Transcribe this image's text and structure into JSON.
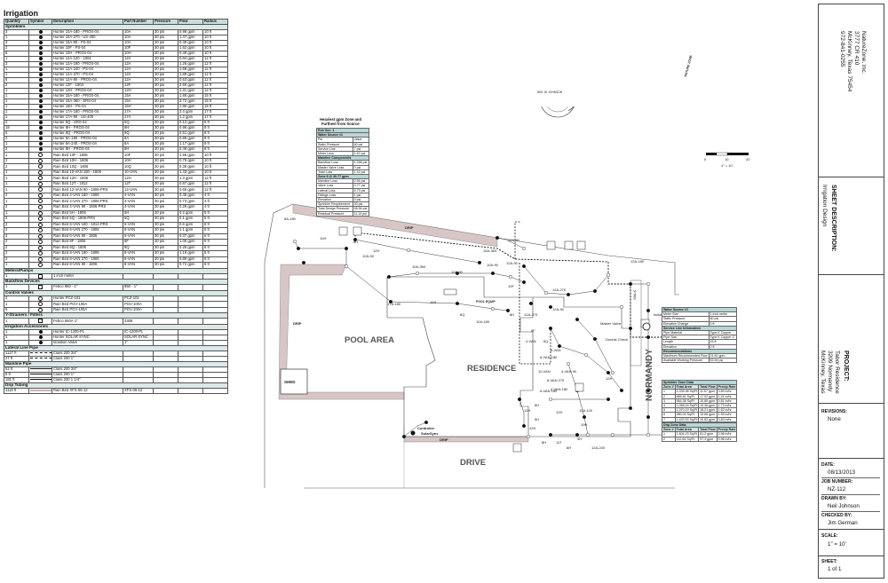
{
  "legend": {
    "title": "Irrigation",
    "headers": [
      "Quantity",
      "Symbol",
      "Description",
      "Part Number",
      "Pressure",
      "Flow",
      "Radius"
    ],
    "sprinklers_label": "Sprinklers",
    "sprinklers": [
      [
        "3",
        "f",
        "Hunter 10A-180 - PROS-04",
        "10A",
        "30 psi",
        "0.98 gpm",
        "10 ft"
      ],
      [
        "1",
        "f",
        "Hunter 10A-270 - US-400",
        "10A",
        "30 psi",
        "1.47 gpm",
        "10 ft"
      ],
      [
        "3",
        "f",
        "Hunter 10A-90 - PS-04",
        "10A",
        "30 psi",
        "0.49 gpm",
        "10 ft"
      ],
      [
        "2",
        "f",
        "Hunter 10F - PS-04",
        "10F",
        "30 psi",
        "1.62 gpm",
        "10 ft"
      ],
      [
        "6",
        "f",
        "Hunter 10H - PROS-04",
        "10H",
        "30 psi",
        "0.49 gpm",
        "10 ft"
      ],
      [
        "1",
        "f",
        "Hunter 12A-120 - 1804",
        "12A",
        "30 psi",
        "0.84 gpm",
        "12 ft"
      ],
      [
        "3",
        "f",
        "Hunter 12A-180 - PROS-04",
        "12A",
        "30 psi",
        "1.26 gpm",
        "12 ft"
      ],
      [
        "1",
        "f",
        "Hunter 12A-240 - PS-04",
        "12A",
        "30 psi",
        "1.68 gpm",
        "12 ft"
      ],
      [
        "1",
        "f",
        "Hunter 12A-270 - PS-04",
        "12A",
        "30 psi",
        "1.89 gpm",
        "12 ft"
      ],
      [
        "8",
        "f",
        "Hunter 12A-90 - PROS-04",
        "12A",
        "30 psi",
        "0.63 gpm",
        "12 ft"
      ],
      [
        "2",
        "f",
        "Hunter 12F - 1804",
        "12F",
        "30 psi",
        "2.60 gpm",
        "12 ft"
      ],
      [
        "1",
        "f",
        "Hunter 12H - PROS-04",
        "12H",
        "30 psi",
        "1.31 gpm",
        "12 ft"
      ],
      [
        "1",
        "f",
        "Hunter 15A-180 - PROS-04",
        "15A",
        "30 psi",
        "1.86 gpm",
        "15 ft"
      ],
      [
        "1",
        "f",
        "Hunter 15A-360 - SRS-04",
        "15A",
        "30 psi",
        "3.72 gpm",
        "15 ft"
      ],
      [
        "1",
        "f",
        "Hunter 15H - PS-04",
        "15H",
        "30 psi",
        "1.86 gpm",
        "15 ft"
      ],
      [
        "1",
        "f",
        "Hunter 17A-180 - PROS-04",
        "17A",
        "30 psi",
        "2.4 gpm",
        "17 ft"
      ],
      [
        "1",
        "f",
        "Hunter 17A-90 - US-400",
        "17A",
        "30 psi",
        "1.2 gpm",
        "17 ft"
      ],
      [
        "2",
        "f",
        "Hunter 5Q - SRS-04",
        "5Q",
        "30 psi",
        "0.12 gpm",
        "5 ft"
      ],
      [
        "19",
        "f",
        "Hunter 8H - PROS-04",
        "8H",
        "30 psi",
        "0.96 gpm",
        "8 ft"
      ],
      [
        "5",
        "f",
        "Hunter 8Q - PROS-04",
        "8Q",
        "30 psi",
        "0.51 gpm",
        "8 ft"
      ],
      [
        "2",
        "f",
        "Hunter 8A-180 - PROS-04",
        "8A",
        "30 psi",
        "0.86 gpm",
        "8 ft"
      ],
      [
        "1",
        "f",
        "Hunter 8A-240 - PROS-04",
        "8A",
        "30 psi",
        "1.17 gpm",
        "8 ft"
      ],
      [
        "2",
        "f",
        "Hunter 8H - PROS-04",
        "8H",
        "30 psi",
        "0.48 gpm",
        "8 ft"
      ],
      [
        "1",
        "o",
        "Rain Bird 10F - 1806",
        "10F",
        "30 psi",
        "1.56 gpm",
        "10 ft"
      ],
      [
        "2",
        "o",
        "Rain Bird 10H - 1806",
        "10H",
        "30 psi",
        "0.79 gpm",
        "10 ft"
      ],
      [
        "2",
        "o",
        "Rain Bird 10Q - 1806",
        "10Q",
        "30 psi",
        "0.39 gpm",
        "10 ft"
      ],
      [
        "1",
        "o",
        "Rain Bird 10-VAN 180 - 1806",
        "10-VAN",
        "30 psi",
        "1.43 gpm",
        "10 ft"
      ],
      [
        "1",
        "o",
        "Rain Bird 12H - 1806",
        "12H",
        "30 psi",
        "1.3 gpm",
        "12 ft"
      ],
      [
        "1",
        "o",
        "Rain Bird 12T - 1812",
        "12T",
        "30 psi",
        "0.87 gpm",
        "12 ft"
      ],
      [
        "1",
        "o",
        "Rain Bird 12-VAN 90 - 1806-PRS",
        "12-VAN",
        "30 psi",
        "0.65 gpm",
        "12 ft"
      ],
      [
        "2",
        "o",
        "Rain Bird 4-VAN 180 - 1806",
        "4-VAN",
        "30 psi",
        "0.45 gpm",
        "4 ft"
      ],
      [
        "1",
        "o",
        "Rain Bird 4-VAN 270 - 1806-PRS",
        "4-VAN",
        "30 psi",
        "0.73 gpm",
        "4 ft"
      ],
      [
        "2",
        "o",
        "Rain Bird 4-VAN 90 - 1806-PRS",
        "4-VAN",
        "30 psi",
        "0.29 gpm",
        "4 ft"
      ],
      [
        "1",
        "o",
        "Rain Bird 5H - 1806",
        "5H",
        "30 psi",
        "0.2 gpm",
        "5 ft"
      ],
      [
        "2",
        "o",
        "Rain Bird 5Q - 1806-PRS",
        "5Q",
        "30 psi",
        "0.1 gpm",
        "5 ft"
      ],
      [
        "2",
        "o",
        "Rain Bird 6-VAN 180 - 1812-PRS",
        "6-VAN",
        "30 psi",
        "0.6 gpm",
        "6 ft"
      ],
      [
        "2",
        "o",
        "Rain Bird 6-VAN 270 - 1806",
        "6-VAN",
        "30 psi",
        "1.1 gpm",
        "6 ft"
      ],
      [
        "3",
        "o",
        "Rain Bird 6-VAN 90 - 1806",
        "6-VAN",
        "30 psi",
        "0.37 gpm",
        "6 ft"
      ],
      [
        "2",
        "o",
        "Rain Bird 8F - 1806",
        "8F",
        "30 psi",
        "1.05 gpm",
        "8 ft"
      ],
      [
        "2",
        "o",
        "Rain Bird 8Q - 1806",
        "8Q",
        "30 psi",
        "0.26 gpm",
        "8 ft"
      ],
      [
        "2",
        "o",
        "Rain Bird 8-VAN 180 - 1806",
        "8-VAN",
        "30 psi",
        "1.19 gpm",
        "8 ft"
      ],
      [
        "2",
        "o",
        "Rain Bird 8-VAN 270 - 1806",
        "8-VAN",
        "30 psi",
        "0.89 gpm",
        "8 ft"
      ],
      [
        "1",
        "o",
        "Rain Bird 8-VAN 90 - 1806",
        "8-VAN",
        "30 psi",
        "0.72 gpm",
        "8 ft"
      ]
    ],
    "sections": [
      {
        "label": "Meters/Pumps",
        "rows": [
          [
            "1",
            "m",
            "1 inch meter",
            "",
            "",
            "",
            ""
          ]
        ]
      },
      {
        "label": "Backflow Devices",
        "rows": [
          [
            "1",
            "sq",
            "Febco 850 - 1\"",
            "850 - 1\"",
            "",
            "",
            ""
          ]
        ]
      },
      {
        "label": "Control Valves",
        "rows": [
          [
            "2",
            "o",
            "Hunter PCZ-101",
            "PCZ-101",
            "",
            "",
            ""
          ],
          [
            "1",
            "o",
            "Rain Bird PGV-100A",
            "PGV-100A",
            "",
            "",
            ""
          ],
          [
            "5",
            "o",
            "Rain Bird PGV-100A",
            "PGV-100A",
            "",
            "",
            ""
          ]
        ]
      },
      {
        "label": "Y-Strainers / Filters",
        "rows": [
          [
            "1",
            "sq",
            "Febco 650A-1\"",
            "4308",
            "",
            "",
            ""
          ]
        ]
      },
      {
        "label": "Irrigation Accessories",
        "rows": [
          [
            "1",
            "f",
            "Hunter IC-1200-PL",
            "IC-1200-PL",
            "",
            "",
            ""
          ],
          [
            "1",
            "f",
            "Hunter SOLAR SYNC",
            "SOLAR SYNC",
            "",
            "",
            ""
          ],
          [
            "1",
            "f",
            "Isolation Valve",
            "1\"",
            "",
            "",
            ""
          ]
        ]
      },
      {
        "label": "Lateral Line Pipe",
        "rows": [
          [
            "1127 ft",
            "d",
            "Class 200 3/4\"",
            "",
            "",
            "",
            ""
          ],
          [
            "27 ft",
            "d",
            "Class 200 1\"",
            "",
            "",
            "",
            ""
          ]
        ]
      },
      {
        "label": "Mainline Pipe",
        "rows": [
          [
            "52 ft",
            "l",
            "Class 200 3/4\"",
            "",
            "",
            "",
            ""
          ],
          [
            "8 ft",
            "l",
            "Class 200 1\"",
            "",
            "",
            "",
            ""
          ],
          [
            "181 ft",
            "l",
            "Class 200 1 1/4\"",
            "",
            "",
            "",
            ""
          ]
        ]
      },
      {
        "label": "Drip Tubing",
        "rows": [
          [
            "1118 ft",
            "g",
            "Rain Bird XFS-06-12",
            "XFS-06-12",
            "",
            "",
            ""
          ]
        ]
      }
    ]
  },
  "plan": {
    "pool_area": "POOL AREA",
    "residence": "RESIDENCE",
    "drive": "DRIVE",
    "normandy": "NORMANDY",
    "shed": "SHED",
    "drip": "DRIP",
    "walk": "WALK",
    "controller": "Controller",
    "solar_sync": "SolarSync",
    "master_valve": "Master Valve",
    "double_check": "Double Check",
    "isolation_valve": "Isolation Valve",
    "pool_equip": "POOL EQUIP",
    "zone_labels": [
      "8A-180",
      "10H",
      "8H",
      "12H",
      "10A-90",
      "10A-360",
      "10A-90",
      "15A-360",
      "10A-90",
      "17A-180",
      "10H",
      "12A-90",
      "12A-90",
      "10F",
      "12A-270",
      "12A-90",
      "12A-270",
      "8H",
      "8Q",
      "10A-180",
      "8F",
      "6Q",
      "4-VAN",
      "6-VAN",
      "8-VAN 180",
      "4-VAN 90",
      "10-VAN",
      "8-VAN 270",
      "6-VAN 180",
      "4-VAN 180",
      "8H",
      "12H",
      "12H",
      "10H",
      "12T",
      "8H",
      "8H",
      "12A-240",
      "12H",
      "12H",
      "12A-120",
      "5H",
      "5H",
      "12A-180"
    ],
    "critical_zone": {
      "title1": "Heaviest gpm Zone and",
      "title2": "Furthest from Source",
      "run": "Run Sec. 1",
      "ws_label": "Water Source #1",
      "ws_rows": [
        [
          "Psi",
          "Value"
        ],
        [
          "Static Pressure",
          "60 psi"
        ],
        [
          "Service Line",
          "7 psi"
        ],
        [
          "Meter Loss",
          "1.42 psi"
        ]
      ],
      "comp_label": "Mainline Components",
      "comp_rows": [
        [
          "Backflow Loss",
          "1.398 psi"
        ],
        [
          "Master Valve Loss",
          "0 psi"
        ],
        [
          "Total Loss",
          "1.42 psi"
        ]
      ],
      "zone_label": "Zone 8 @ 30.77 gpm",
      "zone_rows": [
        [
          "Mainline Loss",
          "2.55 psi"
        ],
        [
          "Valve Loss",
          "0.77 psi"
        ],
        [
          "Lateral Loss",
          "6.73 psi"
        ],
        [
          "Fittings Loss",
          "1 psi"
        ],
        [
          "Elevation",
          "0 psi"
        ],
        [
          "Sprinkler Requirement",
          "30 psi"
        ],
        [
          "Total Design Pressure",
          "48.56 psi"
        ],
        [
          "Residual Pressure",
          "11.14 psi"
        ]
      ]
    },
    "water_source": {
      "label": "Water Source #1",
      "rows": [
        [
          "Meter Size",
          "1 inch meter"
        ],
        [
          "Static Pressure",
          "60 psi"
        ],
        [
          "Elevation Change",
          "0 ft"
        ]
      ],
      "svc_label": "Service Line Information",
      "svc_rows": [
        [
          "Pipe Material",
          "Type K Copper"
        ],
        [
          "Pipe Size",
          "Type K Copper 1\""
        ],
        [
          "Length",
          "15 ft"
        ],
        [
          "Elevation",
          "0 ft"
        ]
      ],
      "rec_label": "Recommendations",
      "rec_rows": [
        [
          "Maximum Recommended Flow",
          "21.81 gpm"
        ],
        [
          "Available Working Pressure",
          "53.94 psi"
        ]
      ]
    },
    "sprinkler_zone": {
      "label": "Sprinkler Zone Data",
      "headers": [
        "Zone #",
        "Total Area",
        "Total Flow",
        "Precip Rate"
      ],
      "rows": [
        [
          "1",
          "1,035.96 Sq/Ft",
          "11.57 gpm",
          "0.89 in/hr"
        ],
        [
          "2",
          "889.61 Sq/Ft",
          "17.02 gpm",
          "1.41 in/hr"
        ],
        [
          "3",
          "964.36 Sq/Ft",
          "10.89 gpm",
          "0.81 in/hr"
        ],
        [
          "4",
          "1,058.16 Sq/Ft",
          "19.36 gpm",
          "1.73 in/hr"
        ],
        [
          "5",
          "1,070.19 Sq/Ft",
          "18.21 gpm",
          "1.62 in/hr"
        ],
        [
          "6",
          "980.03 Sq/Ft",
          "19.66 gpm",
          "1.95 in/hr"
        ],
        [
          "7",
          "1,433.53 Sq/Ft",
          "10.83 gpm",
          "0.83 in/hr"
        ],
        [
          "8",
          "1,283.53 Sq/Ft",
          "30.77 gpm",
          "2.28 in/hr"
        ]
      ]
    },
    "drip_zone": {
      "label": "Drip Zone Data",
      "headers": [
        "Zone #",
        "Total Area",
        "Total Flow",
        "Precip Rate"
      ],
      "rows": [
        [
          "1",
          "1,604.23 Sq/Ft",
          "81.2 gpm",
          "0.96 in/hr"
        ],
        [
          "2",
          "112.64 Sq/Ft",
          "97.3 gpm",
          "0.96 in/hr"
        ]
      ]
    },
    "seal_name": "NEIL W. JOHNSON",
    "logo_text": "NATURE ZONE",
    "scale_ticks": [
      "0",
      "10",
      "20"
    ],
    "scale_caption": "1\" = 10'"
  },
  "titleblock": {
    "company": [
      "NatureZone, Inc.",
      "3777 CR 410",
      "McKinney, Texas 75454",
      "972-841-0255"
    ],
    "sheet_desc_label": "SHEET DESCRIPTION:",
    "sheet_desc": "Irrigation Design",
    "project_label": "PROJECT:",
    "project": [
      "Tabor Residence",
      "3209 Normandy",
      "McKinney, Texas"
    ],
    "revisions_label": "REVISIONS:",
    "revisions": "None",
    "date_label": "DATE:",
    "date": "08/13/2013",
    "job_label": "JOB NUMBER:",
    "job": "NZ-112",
    "drawn_label": "DRAWN BY:",
    "drawn": "Neil Johnson",
    "checked_label": "CHECKED BY:",
    "checked": "Jim German",
    "scale_label": "SCALE:",
    "scale": "1\" = 10'",
    "sheet_label": "SHEET:",
    "sheet": "1 of 1"
  }
}
